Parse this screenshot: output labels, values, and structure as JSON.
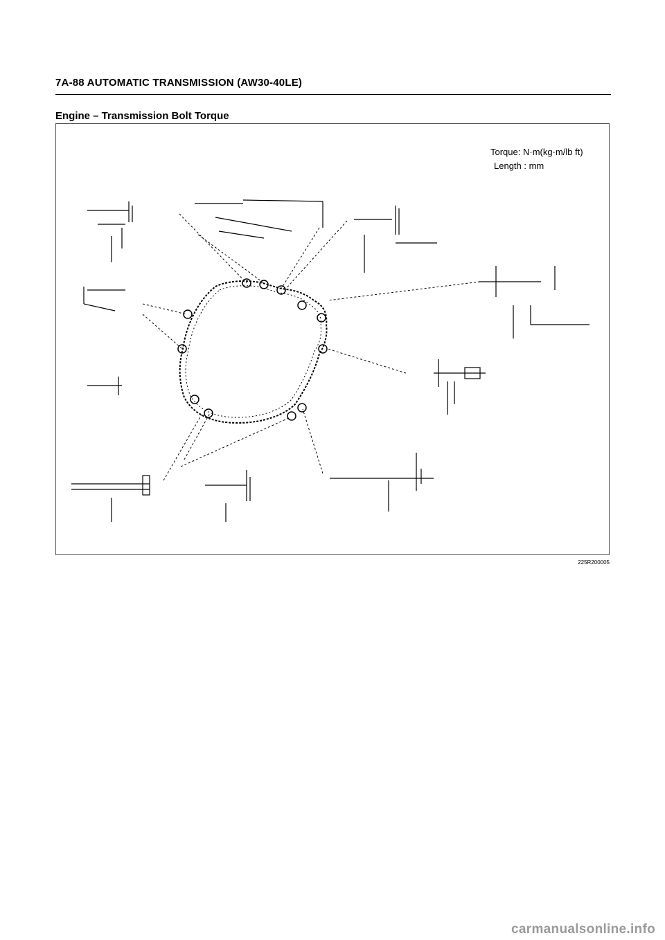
{
  "header": {
    "title": "7A-88  AUTOMATIC TRANSMISSION (AW30-40LE)"
  },
  "section": {
    "title": "Engine – Transmission Bolt Torque"
  },
  "figure": {
    "legend_line1": "Torque: N·m(kg·m/lb ft)",
    "legend_line2": "Length : mm",
    "image_id": "225R200005"
  },
  "watermark": {
    "text": "carmanualsonline.info"
  }
}
